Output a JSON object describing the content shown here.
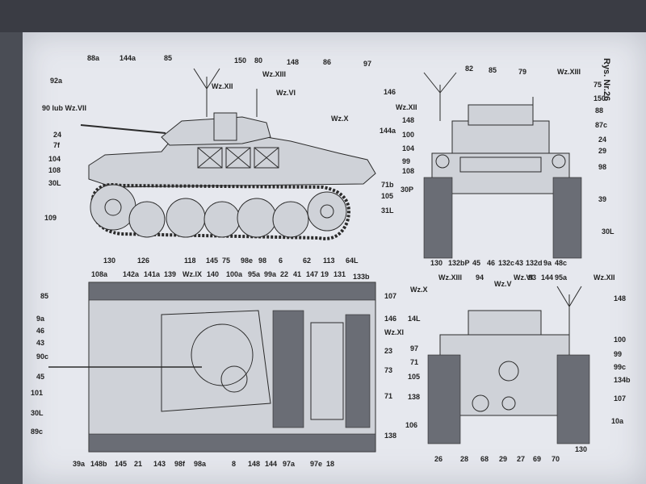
{
  "figure_title": "Rys. Nr.26",
  "side_view_labels": [
    "88a",
    "144a",
    "85",
    "150",
    "80",
    "148",
    "86",
    "97",
    "92a",
    "Wz.XII",
    "Wz.XIII",
    "Wz.VI",
    "146",
    "90 lub Wz.VII",
    "Wz.X",
    "144a",
    "24",
    "7f",
    "104",
    "108",
    "30L",
    "109",
    "71b",
    "105",
    "31L",
    "130",
    "126",
    "118",
    "145",
    "75",
    "98e",
    "98",
    "6",
    "62",
    "113",
    "64L"
  ],
  "front_view_labels": [
    "82",
    "85",
    "79",
    "Wz.XIII",
    "Wz.XII",
    "75",
    "150",
    "148",
    "88",
    "87c",
    "100",
    "104",
    "24",
    "29",
    "99",
    "108",
    "98",
    "30P",
    "39",
    "30L",
    "130",
    "132bP",
    "45",
    "46",
    "132c",
    "43",
    "132d",
    "9a",
    "48c"
  ],
  "top_view_labels": [
    "108a",
    "142a",
    "141a",
    "139",
    "Wz.IX",
    "140",
    "100a",
    "95a",
    "99a",
    "22",
    "41",
    "147",
    "19",
    "131",
    "133b",
    "85",
    "107",
    "9a",
    "146",
    "Wz.XI",
    "46",
    "43",
    "23",
    "90c",
    "73",
    "45",
    "71",
    "101",
    "30L",
    "89c",
    "138",
    "39a",
    "148b",
    "145",
    "21",
    "143",
    "98f",
    "98a",
    "8",
    "148",
    "144",
    "97a",
    "97e",
    "18"
  ],
  "rear_view_labels": [
    "Wz.X",
    "Wz.XIII",
    "94",
    "Wz.V",
    "Wz.VI",
    "93",
    "144",
    "95a",
    "Wz.XII",
    "14L",
    "148",
    "97",
    "100",
    "71",
    "99",
    "99c",
    "105",
    "134b",
    "138",
    "107",
    "106",
    "10a",
    "26",
    "28",
    "68",
    "29",
    "27",
    "69",
    "70",
    "130"
  ]
}
